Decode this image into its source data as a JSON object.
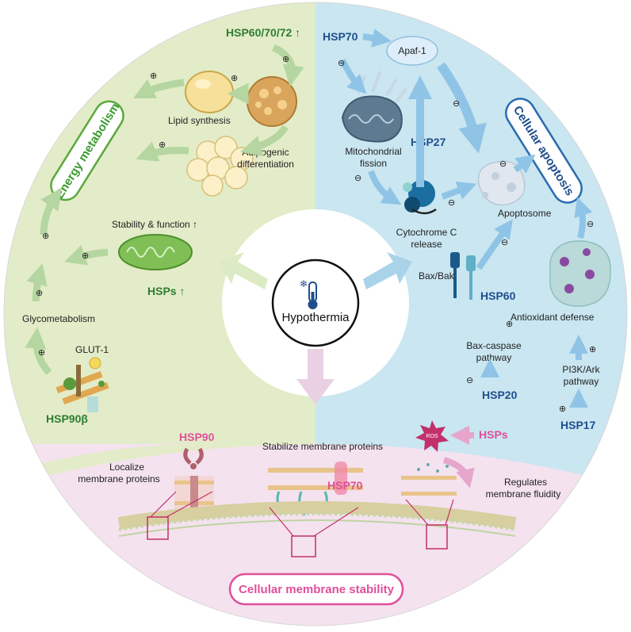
{
  "center": {
    "label": "Hypothermia"
  },
  "sections": {
    "energy": {
      "title": "Energy metabolism",
      "hsp_top": "HSP60/70/72 ↑",
      "hsps": "HSPs ↑",
      "hsp90b": "HSP90β",
      "lipid": "Lipid synthesis",
      "adipogenic_1": "Adipogenic",
      "adipogenic_2": "differentiation",
      "stability": "Stability & function ↑",
      "glyco": "Glycometabolism",
      "glut": "GLUT-1"
    },
    "apoptosis": {
      "title": "Cellular apoptosis",
      "hsp70": "HSP70",
      "apaf": "Apaf-1",
      "mito_1": "Mitochondrial",
      "mito_2": "fission",
      "hsp27": "HSP27",
      "cytc_1": "Cytochrome C",
      "cytc_2": "release",
      "apoptosome": "Apoptosome",
      "baxbak": "Bax/Bak",
      "hsp60": "HSP60",
      "antiox": "Antioxidant defense",
      "baxcasp_1": "Bax-caspase",
      "baxcasp_2": "pathway",
      "hsp20": "HSP20",
      "pi3k_1": "PI3K/Ark",
      "pi3k_2": "pathway",
      "hsp17": "HSP17"
    },
    "membrane": {
      "title": "Cellular membrane stability",
      "hsp90": "HSP90",
      "localize_1": "Localize",
      "localize_2": "membrane proteins",
      "stabilize": "Stabilize membrane proteins",
      "hsp70": "HSP70",
      "hsps": "HSPs",
      "ros": "ROS",
      "fluidity_1": "Regulates",
      "fluidity_2": "membrane fluidity"
    }
  },
  "signs": {
    "plus": "⊕",
    "minus": "⊖"
  },
  "colors": {
    "green_bg": "#e3ecc8",
    "blue_bg": "#c9e6f1",
    "pink_bg": "#f4e2ef",
    "green_text": "#2e7d32",
    "blue_text": "#1f4e8c",
    "pink_text": "#e0509a"
  }
}
